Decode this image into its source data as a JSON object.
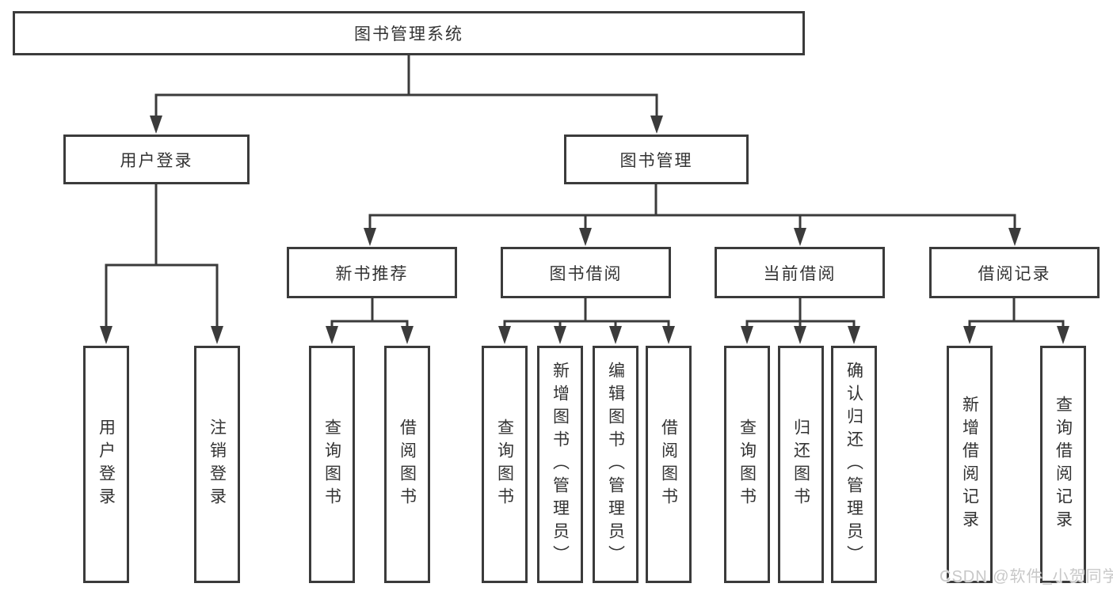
{
  "diagram": {
    "root": {
      "label": "图书管理系统"
    },
    "level2": [
      {
        "label": "用户登录"
      },
      {
        "label": "图书管理"
      }
    ],
    "level3": [
      {
        "label": "新书推荐"
      },
      {
        "label": "图书借阅"
      },
      {
        "label": "当前借阅"
      },
      {
        "label": "借阅记录"
      }
    ],
    "leaves": [
      {
        "group": "用户登录",
        "label": "用户登录"
      },
      {
        "group": "用户登录",
        "label": "注销登录"
      },
      {
        "group": "新书推荐",
        "label": "查询图书"
      },
      {
        "group": "新书推荐",
        "label": "借阅图书"
      },
      {
        "group": "图书借阅",
        "label": "查询图书"
      },
      {
        "group": "图书借阅",
        "label": "新增图书（管理员）"
      },
      {
        "group": "图书借阅",
        "label": "编辑图书（管理员）"
      },
      {
        "group": "图书借阅",
        "label": "借阅图书"
      },
      {
        "group": "当前借阅",
        "label": "查询图书"
      },
      {
        "group": "当前借阅",
        "label": "归还图书"
      },
      {
        "group": "当前借阅",
        "label": "确认归还（管理员）"
      },
      {
        "group": "借阅记录",
        "label": "新增借阅记录"
      },
      {
        "group": "借阅记录",
        "label": "查询借阅记录"
      }
    ],
    "watermark": "CSDN @软件_小贺同学",
    "colors": {
      "line": "#3b3b3b",
      "border": "#3b3b3b",
      "text": "#333333",
      "background": "#ffffff",
      "watermark": "#c8c8c8"
    }
  }
}
